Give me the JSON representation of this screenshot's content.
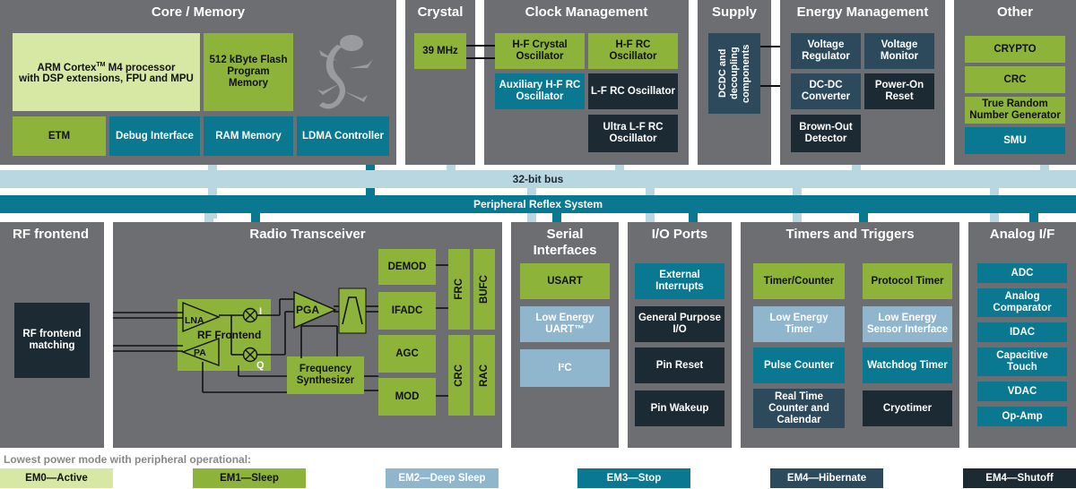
{
  "colors": {
    "panel": "#6d6e71",
    "em0": "#d6e8a4",
    "em1": "#8db33a",
    "em2": "#8fb6cc",
    "em3": "#0a7890",
    "em4_hibernate": "#2c4a5c",
    "em4_shutoff": "#1b2a33",
    "bus32": "#b9d7e0",
    "prs": "#0a7890"
  },
  "icons": {
    "gecko": "gecko-logo-icon"
  },
  "core": {
    "title": "Core / Memory",
    "arm_line1": "ARM Cortex",
    "arm_tm": "TM",
    "arm_line1b": " M4 processor",
    "arm_line2": "with DSP extensions, FPU and MPU",
    "flash": "512 kByte Flash Program Memory",
    "etm": "ETM",
    "debug": "Debug Interface",
    "ram": "RAM Memory",
    "ldma": "LDMA Controller"
  },
  "crystal": {
    "title": "Crystal",
    "mhz": "39 MHz"
  },
  "clock": {
    "title": "Clock Management",
    "hf_crystal": "H-F Crystal Oscillator",
    "hf_rc": "H-F RC Oscillator",
    "aux_hf_rc": "Auxiliary H-F RC Oscillator",
    "lf_rc": "L-F RC Oscillator",
    "ultra_lf_rc": "Ultra L-F RC Oscillator"
  },
  "supply": {
    "title": "Supply",
    "dcdc": "DCDC and decoupling components"
  },
  "energy": {
    "title": "Energy Management",
    "vreg": "Voltage Regulator",
    "vmon": "Voltage Monitor",
    "dcdc_conv": "DC-DC Converter",
    "por": "Power-On Reset",
    "bod": "Brown-Out Detector"
  },
  "other": {
    "title": "Other",
    "crypto": "CRYPTO",
    "crc": "CRC",
    "trng": "True Random Number Generator",
    "smu": "SMU"
  },
  "bus": {
    "bus32": "32-bit bus",
    "prs": "Peripheral Reflex System"
  },
  "rf": {
    "title": "RF frontend",
    "matching": "RF frontend matching"
  },
  "radio": {
    "title": "Radio Transceiver",
    "lna": "LNA",
    "pa": "PA",
    "rf_frontend": "RF Frontend",
    "i": "I",
    "q": "Q",
    "pga": "PGA",
    "demod": "DEMOD",
    "ifadc": "IFADC",
    "agc": "AGC",
    "mod": "MOD",
    "freq_synth": "Frequency Synthesizer",
    "frc": "FRC",
    "bufc": "BUFC",
    "crc": "CRC",
    "rac": "RAC"
  },
  "serial": {
    "title": "Serial Interfaces",
    "usart": "USART",
    "leuart": "Low Energy UART™",
    "i2c": "I²C"
  },
  "io": {
    "title": "I/O Ports",
    "ext_int": "External Interrupts",
    "gpio": "General Purpose I/O",
    "pin_reset": "Pin Reset",
    "pin_wakeup": "Pin Wakeup"
  },
  "timers": {
    "title": "Timers and Triggers",
    "timer_counter": "Timer/Counter",
    "protocol_timer": "Protocol Timer",
    "le_timer": "Low Energy Timer",
    "le_sensor": "Low Energy Sensor Interface",
    "pulse_counter": "Pulse Counter",
    "watchdog": "Watchdog Timer",
    "rtcc": "Real Time Counter and Calendar",
    "cryotimer": "Cryotimer"
  },
  "analog": {
    "title": "Analog I/F",
    "adc": "ADC",
    "acmp": "Analog Comparator",
    "idac": "IDAC",
    "captouch": "Capacitive Touch",
    "vdac": "VDAC",
    "opamp": "Op-Amp"
  },
  "legend": {
    "title": "Lowest power mode with peripheral operational:",
    "em0": "EM0—Active",
    "em1": "EM1—Sleep",
    "em2": "EM2—Deep Sleep",
    "em3": "EM3—Stop",
    "em4h": "EM4—Hibernate",
    "em4s": "EM4—Shutoff"
  }
}
